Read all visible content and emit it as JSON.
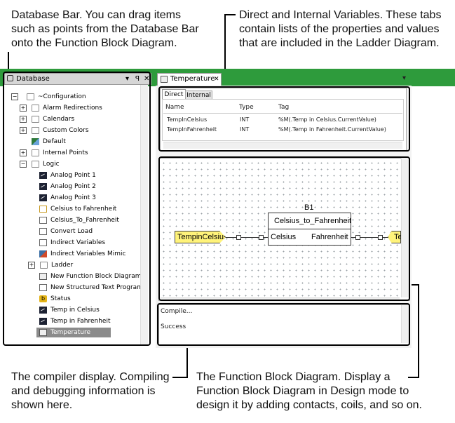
{
  "callouts": {
    "database_bar": "Database Bar. You can drag items\nsuch as points from the Database Bar\nonto the Function Block  Diagram.",
    "variables": "Direct and Internal Variables. These tabs\ncontain lists of the properties and values\nthat are included in the Ladder Diagram.",
    "compiler": "The compiler display. Compiling\nand debugging information is\nshown here.",
    "fbd": "The Function Block Diagram. Display a\nFunction Block Diagram in Design mode to\ndesign it by adding contacts, coils, and so on."
  },
  "database_panel": {
    "title": "Database",
    "controls": [
      "▾",
      "ꟼ",
      "✕"
    ],
    "tree": [
      {
        "label": "~Configuration",
        "icon": "folder-icon",
        "expander": "−"
      },
      {
        "label": "Alarm Redirections",
        "icon": "folder-icon",
        "expander": "+"
      },
      {
        "label": "Calendars",
        "icon": "folder-icon",
        "expander": "+"
      },
      {
        "label": "Custom Colors",
        "icon": "folder-icon",
        "expander": "+"
      },
      {
        "label": "Default",
        "icon": "default-icon",
        "expander": ""
      },
      {
        "label": "Internal Points",
        "icon": "folder-icon",
        "expander": "+"
      },
      {
        "label": "Logic",
        "icon": "folder-icon",
        "expander": "−"
      },
      {
        "label": "Analog Point 1",
        "icon": "point-icon",
        "expander": ""
      },
      {
        "label": "Analog Point 2",
        "icon": "point-icon",
        "expander": ""
      },
      {
        "label": "Analog Point 3",
        "icon": "point-icon",
        "expander": ""
      },
      {
        "label": "Celsius to Fahrenheit",
        "icon": "ladder-doc-icon",
        "expander": ""
      },
      {
        "label": "Celsius_To_Fahrenheit",
        "icon": "doc-icon",
        "expander": ""
      },
      {
        "label": "Convert Load",
        "icon": "doc-icon",
        "expander": ""
      },
      {
        "label": "Indirect Variables",
        "icon": "doc-icon",
        "expander": ""
      },
      {
        "label": "Indirect Variables Mimic",
        "icon": "mimic-icon",
        "expander": ""
      },
      {
        "label": "Ladder",
        "icon": "folder-icon",
        "expander": "+"
      },
      {
        "label": "New Function Block Diagram",
        "icon": "fbd-icon",
        "expander": ""
      },
      {
        "label": "New Structured Text Program",
        "icon": "doc-icon",
        "expander": ""
      },
      {
        "label": "Status",
        "icon": "status-icon",
        "expander": ""
      },
      {
        "label": "Temp in Celsius",
        "icon": "point-icon",
        "expander": ""
      },
      {
        "label": "Temp in Fahrenheit",
        "icon": "point-icon",
        "expander": ""
      },
      {
        "label": "Temperature",
        "icon": "fbd-icon",
        "expander": "",
        "selected": true
      }
    ],
    "status_glyph": "b"
  },
  "document_tab": {
    "title": "Temperature",
    "close": "✕",
    "overflow": "▾"
  },
  "variables": {
    "tabs": [
      "Direct",
      "Internal"
    ],
    "columns": [
      "Name",
      "Type",
      "Tag"
    ],
    "rows": [
      [
        "TempInCelsius",
        "INT",
        "%M(.Temp in Celsius.CurrentValue)"
      ],
      [
        "TempInFahrenheit",
        "INT",
        "%M(.Temp in Fahrenheit.CurrentValue)"
      ]
    ]
  },
  "diagram": {
    "block_id": "B1",
    "block_name": "Celsius_to_Fahrenheit",
    "input_port": "Celsius",
    "output_port": "Fahrenheit",
    "input_tag": "TempinCelsius",
    "output_tag": "Te"
  },
  "compiler": {
    "lines": [
      "Compile...",
      "Success"
    ]
  },
  "colors": {
    "accent_bar": "#2e9b3c",
    "tag_fill": "#fff37a",
    "selection": "#8b8b8b"
  }
}
